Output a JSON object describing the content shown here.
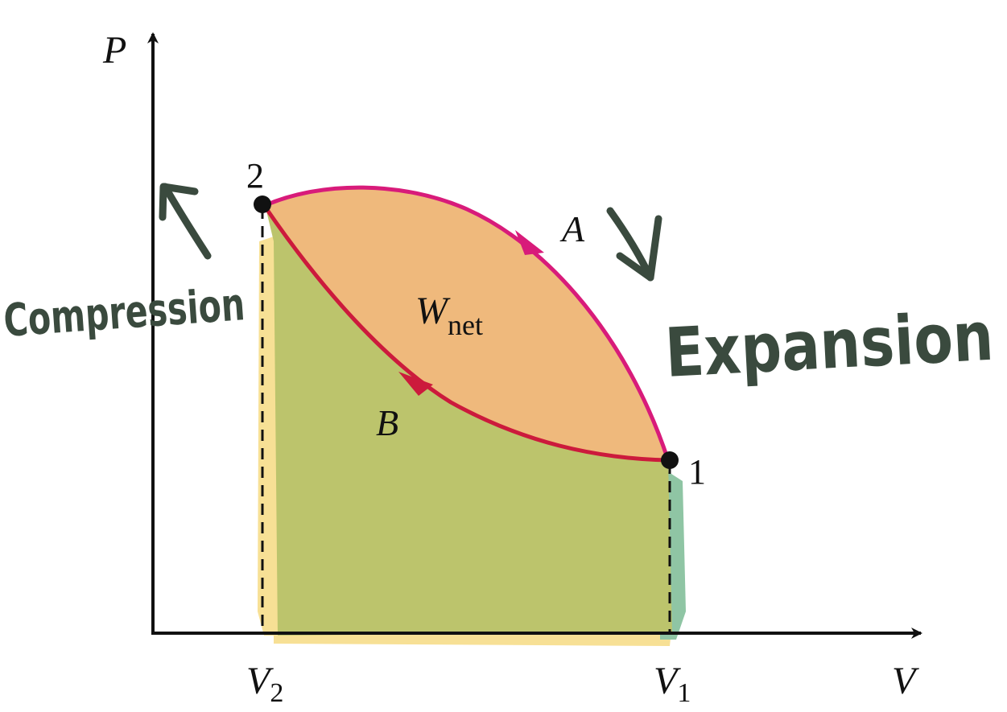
{
  "axes": {
    "y_label": "P",
    "x_label": "V"
  },
  "volumes": {
    "v2": {
      "base": "V",
      "sub": "2"
    },
    "v1": {
      "base": "V",
      "sub": "1"
    }
  },
  "states": {
    "state2": "2",
    "state1": "1"
  },
  "paths": {
    "expansion_path": "A",
    "compression_path": "B"
  },
  "work": {
    "base": "W",
    "sub": "net"
  },
  "annotations": {
    "compression": "Compression",
    "expansion": "Expansion"
  },
  "colors": {
    "path_a": "#d81b7a",
    "path_b": "#cc1a3c",
    "net_work_fill": "#efb97c",
    "under_curve_fill": "#bcc46c",
    "left_strip": "#f7e095",
    "right_strip": "#8fc5a4",
    "handwriting": "#3a4a3e",
    "axes": "#111111"
  },
  "icons": {
    "compression_arrow": "hand-drawn-arrow-up-left-icon",
    "expansion_arrow": "hand-drawn-arrow-down-right-icon"
  }
}
